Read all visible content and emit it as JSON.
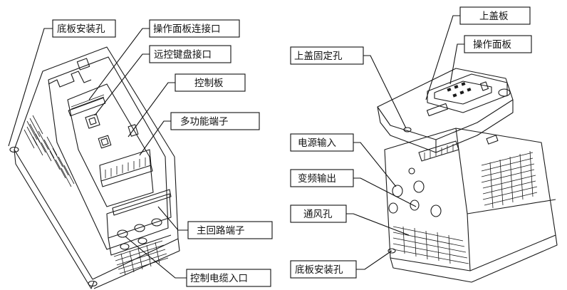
{
  "labels": {
    "left": {
      "base_mount_hole": "底板安装孔",
      "panel_connector": "操作面板连接口",
      "remote_keypad_port": "远控键盘接口",
      "control_board": "控制板",
      "multi_function_terminal": "多功能端子",
      "main_circuit_terminal": "主回路端子",
      "control_cable_entry": "控制电缆入口"
    },
    "right": {
      "top_cover": "上盖板",
      "top_cover_fixing_hole": "上盖固定孔",
      "operation_panel": "操作面板",
      "power_input": "电源输入",
      "inverter_output": "变频输出",
      "vent_holes": "通风孔",
      "base_mount_hole": "底板安装孔"
    }
  }
}
